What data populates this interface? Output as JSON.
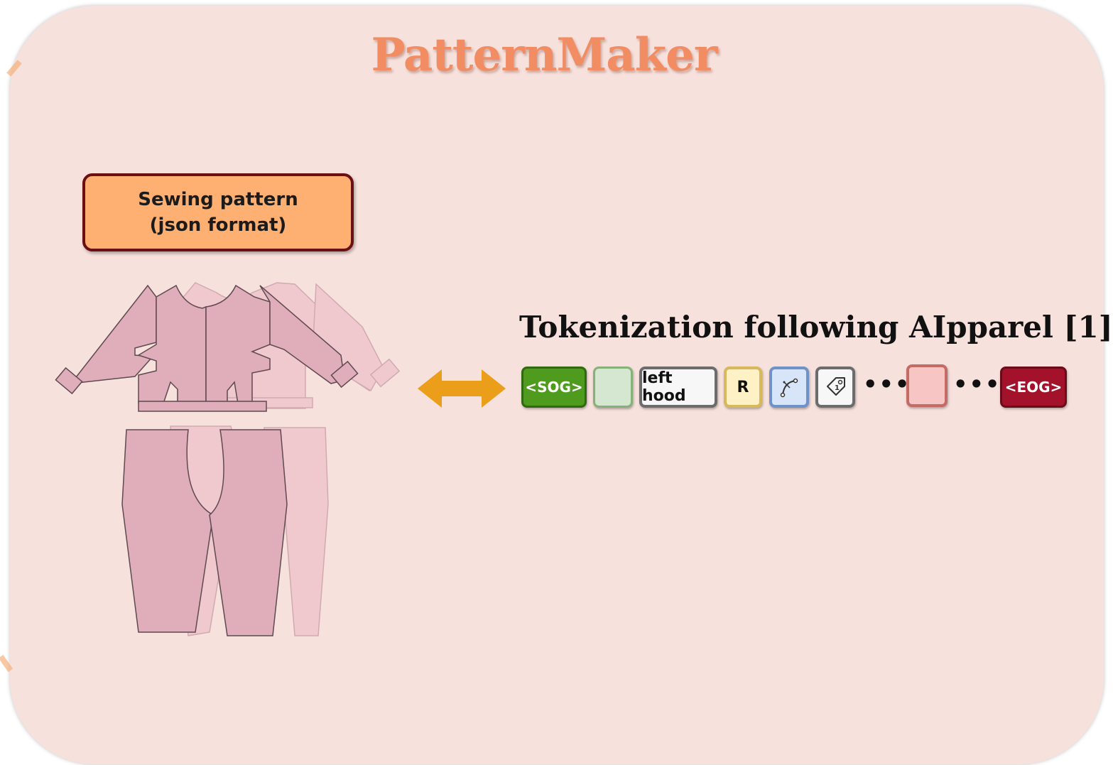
{
  "title": "PatternMaker",
  "pattern_box": {
    "line1": "Sewing pattern",
    "line2": "(json format)"
  },
  "tokenization_title": "Tokenization following AIpparel [1]",
  "tokens": {
    "sog": "<SOG>",
    "panel_name": "left hood",
    "r": "R",
    "curve_icon": "curve-icon",
    "tag_icon": "tag-icon",
    "ellipsis1": "•••",
    "ellipsis2": "•••",
    "eog": "<EOG>"
  },
  "colors": {
    "title": "#f28c62",
    "panel_bg": "#f7e1dd",
    "pattern_box_fill": "#fdb071",
    "pattern_box_border": "#6b0f14",
    "arrow": "#eb9e1a",
    "sog": "#4f9b1d",
    "eog": "#a3122a",
    "garment": "#e0adbb"
  }
}
